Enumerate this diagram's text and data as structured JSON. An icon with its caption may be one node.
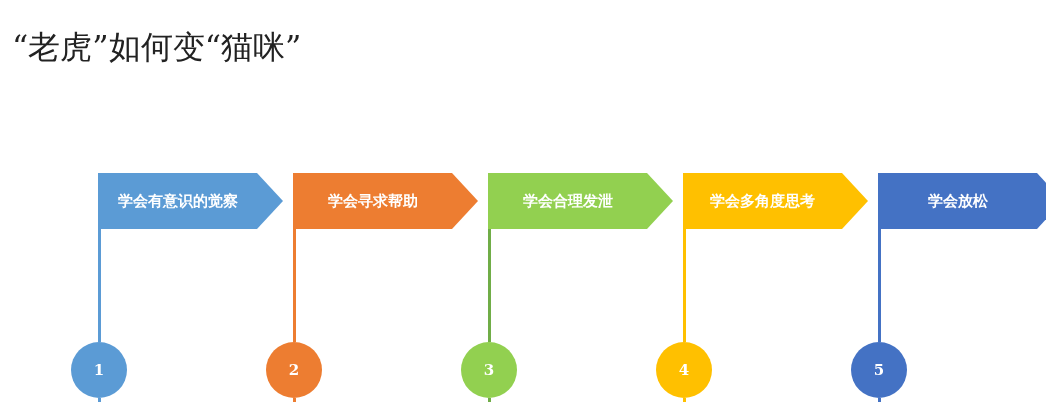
{
  "diagram": {
    "title": "“老虎”如何变“猫咪”",
    "nodes": [
      {
        "text": [
          "学会有意识的觉察"
        ]
      },
      {
        "text": [
          "学会寻求帮助"
        ]
      },
      {
        "text": [
          "学会合理发泄"
        ]
      },
      {
        "text": [
          "学会多角度思考"
        ]
      },
      {
        "text": [
          "学会放松"
        ]
      },
      {
        "text": [
          "1"
        ]
      },
      {
        "text": [
          "2"
        ]
      },
      {
        "text": [
          "3"
        ]
      },
      {
        "text": [
          "4"
        ]
      },
      {
        "text": [
          "5"
        ]
      }
    ],
    "edges": [
      {
        "from": 0,
        "to": 5,
        "arrow": "none",
        "color": "#5b9bd5"
      },
      {
        "from": 1,
        "to": 6,
        "arrow": "none",
        "color": "#ed7d31"
      },
      {
        "from": 2,
        "to": 7,
        "arrow": "none",
        "color": "#70ad47"
      },
      {
        "from": 3,
        "to": 8,
        "arrow": "none",
        "color": "#ffc000"
      },
      {
        "from": 4,
        "to": 9,
        "arrow": "none",
        "color": "#4472c4"
      }
    ]
  }
}
